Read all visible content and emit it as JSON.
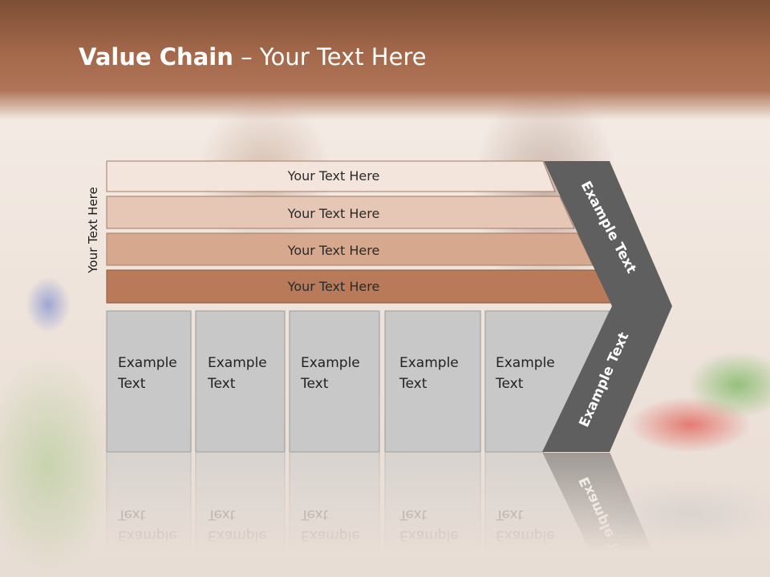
{
  "slide": {
    "title_bold": "Value Chain",
    "title_rest": " – Your Text Here",
    "side_label": "Your Text Here"
  },
  "bars": [
    {
      "label": "Your Text Here",
      "color": "#f4e5dc"
    },
    {
      "label": "Your Text Here",
      "color": "#e6c6b4"
    },
    {
      "label": "Your Text Here",
      "color": "#d6a98e"
    },
    {
      "label": "Your Text Here",
      "color": "#b87a58"
    }
  ],
  "boxes": [
    {
      "line1": "Example",
      "line2": "Text"
    },
    {
      "line1": "Example",
      "line2": "Text"
    },
    {
      "line1": "Example",
      "line2": "Text"
    },
    {
      "line1": "Example",
      "line2": "Text"
    },
    {
      "line1": "Example",
      "line2": "Text"
    }
  ],
  "chevron": {
    "upper_label": "Example Text",
    "lower_label": "Example Text",
    "color": "#5f5f5f"
  },
  "colors": {
    "box_fill": "#c8c8c8",
    "title_band": "#a4684a"
  }
}
